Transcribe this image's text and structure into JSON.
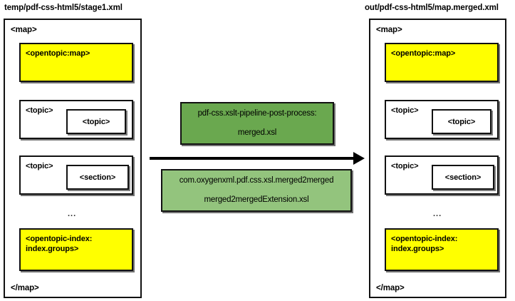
{
  "diagram": {
    "type": "flow-transformation",
    "left_panel": {
      "caption": "temp/pdf-css-html5/stage1.xml",
      "open_tag": "<map>",
      "close_tag": "</map>",
      "ellipsis": "...",
      "blocks": [
        {
          "label": "<opentopic:map>",
          "color": "#ffff00",
          "nested": null
        },
        {
          "label": "<topic>",
          "color": "#ffffff",
          "nested": "<topic>"
        },
        {
          "label": "<topic>",
          "color": "#ffffff",
          "nested": "<section>"
        },
        {
          "label": "<opentopic-index:\nindex.groups>",
          "color": "#ffff00",
          "nested": null
        }
      ]
    },
    "right_panel": {
      "caption": "out/pdf-css-html5/map.merged.xml",
      "open_tag": "<map>",
      "close_tag": "</map>",
      "ellipsis": "...",
      "blocks": [
        {
          "label": "<opentopic:map>",
          "color": "#ffff00",
          "nested": null
        },
        {
          "label": "<topic>",
          "color": "#ffffff",
          "nested": "<topic>"
        },
        {
          "label": "<topic>",
          "color": "#ffffff",
          "nested": "<section>"
        },
        {
          "label": "<opentopic-index:\nindex.groups>",
          "color": "#ffff00",
          "nested": null
        }
      ]
    },
    "transforms": [
      {
        "line1": "pdf-css.xslt-pipeline-post-process:",
        "line2": "merged.xsl",
        "color": "#6aa84f"
      },
      {
        "line1": "com.oxygenxml.pdf.css.xsl.merged2merged",
        "line2": "merged2mergedExtension.xsl",
        "color": "#93c47d"
      }
    ],
    "arrow": {
      "direction": "right",
      "color": "#000000"
    }
  }
}
